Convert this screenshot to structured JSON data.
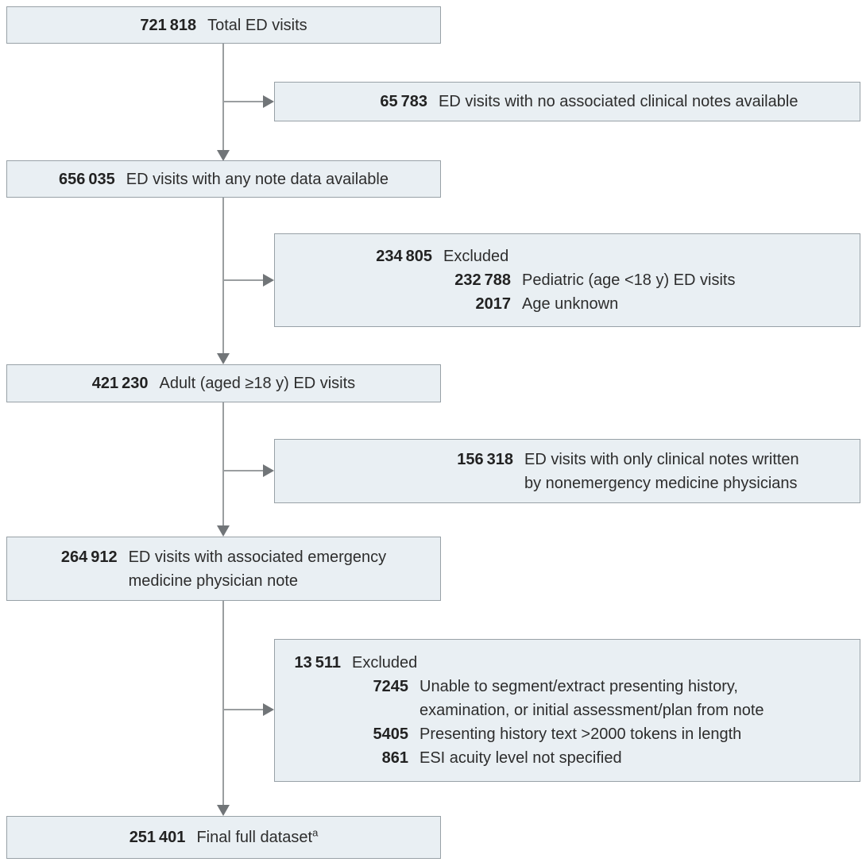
{
  "figure": {
    "box_fill": "#e9eff3",
    "box_border": "#98a1a7",
    "arrow_color": "#9a9ea0",
    "arrowhead_color": "#717578",
    "text_color": "#2d2d2d"
  },
  "main_boxes": [
    {
      "number": "721 818",
      "label": "Total ED visits"
    },
    {
      "number": "656 035",
      "label": "ED visits with any note data available"
    },
    {
      "number": "421 230",
      "label": "Adult (aged ≥18 y) ED visits"
    },
    {
      "number": "264 912",
      "label": "ED visits with associated emergency\nmedicine physician note"
    },
    {
      "number": "251 401",
      "label": "Final full dataset",
      "superscript": "a"
    }
  ],
  "side_boxes": [
    {
      "rows": [
        {
          "number": "65 783",
          "label": "ED visits with no associated clinical notes available"
        }
      ]
    },
    {
      "rows": [
        {
          "number": "234 805",
          "label": "Excluded"
        },
        {
          "number": "232 788",
          "label": "Pediatric (age <18 y) ED visits"
        },
        {
          "number": "2017",
          "label": "Age unknown"
        }
      ]
    },
    {
      "rows": [
        {
          "number": "156 318",
          "label": "ED visits with only clinical notes written\nby nonemergency medicine physicians"
        }
      ]
    },
    {
      "rows": [
        {
          "number": "13 511",
          "label": "Excluded"
        },
        {
          "number": "7245",
          "label": "Unable to segment/extract presenting history,\nexamination, or initial assessment/plan from note"
        },
        {
          "number": "5405",
          "label": "Presenting history text >2000 tokens in length"
        },
        {
          "number": "861",
          "label": "ESI acuity level not specified"
        }
      ]
    }
  ]
}
